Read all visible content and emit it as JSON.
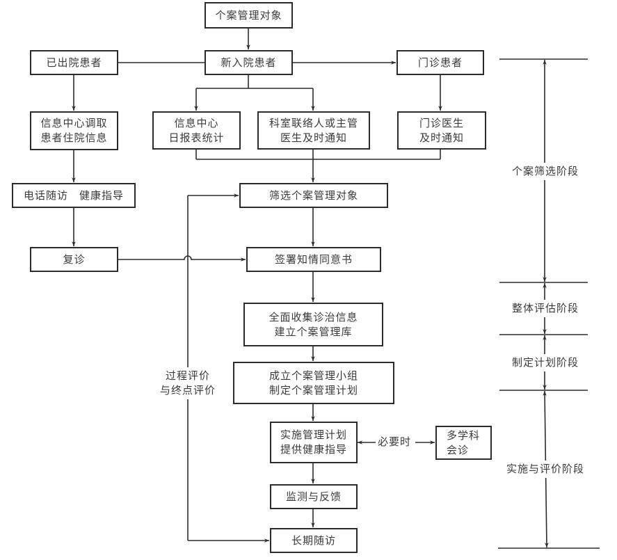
{
  "diagram": {
    "nodes": {
      "case_targets": {
        "lines": [
          "个案管理对象"
        ]
      },
      "new_inpatient": {
        "lines": [
          "新入院患者"
        ]
      },
      "discharged": {
        "lines": [
          "已出院患者"
        ]
      },
      "outpatient": {
        "lines": [
          "门诊患者"
        ]
      },
      "info_center_retrieve": {
        "lines": [
          "信息中心调取",
          "患者住院信息"
        ]
      },
      "info_center_daily": {
        "lines": [
          "信息中心",
          "日报表统计"
        ]
      },
      "dept_liaison": {
        "lines": [
          "科室联络人或主管",
          "医生及时通知"
        ]
      },
      "outpatient_doctor": {
        "lines": [
          "门诊医生",
          "及时通知"
        ]
      },
      "phone_followup": {
        "lines": [
          "电话随访　健康指导"
        ]
      },
      "revisit": {
        "lines": [
          "复诊"
        ]
      },
      "screen_targets": {
        "lines": [
          "筛选个案管理对象"
        ]
      },
      "sign_consent": {
        "lines": [
          "签署知情同意书"
        ]
      },
      "collect_info": {
        "lines": [
          "全面收集诊治信息",
          "建立个案管理库"
        ]
      },
      "form_team": {
        "lines": [
          "成立个案管理小组",
          "制定个案管理计划"
        ]
      },
      "implement_plan": {
        "lines": [
          "实施管理计划",
          "提供健康指导"
        ]
      },
      "mdt": {
        "lines": [
          "多学科",
          "会诊"
        ]
      },
      "monitor": {
        "lines": [
          "监测与反馈"
        ]
      },
      "long_followup": {
        "lines": [
          "长期随访"
        ]
      }
    },
    "edge_labels": {
      "when_needed": "必要时",
      "evaluation": [
        "过程评价",
        "与终点评价"
      ]
    },
    "edges": [
      {
        "from": "case_targets",
        "to": "new_inpatient",
        "arrow": "end"
      },
      {
        "from": "new_inpatient",
        "to": "discharged",
        "arrow": "none"
      },
      {
        "from": "new_inpatient",
        "to": "outpatient",
        "arrow": "end"
      },
      {
        "from": "new_inpatient",
        "to": "info_center_daily",
        "arrow": "end"
      },
      {
        "from": "new_inpatient",
        "to": "dept_liaison",
        "arrow": "end"
      },
      {
        "from": "outpatient",
        "to": "outpatient_doctor",
        "arrow": "end"
      },
      {
        "from": "discharged",
        "to": "info_center_retrieve",
        "arrow": "end"
      },
      {
        "from": "info_center_retrieve",
        "to": "phone_followup",
        "arrow": "end"
      },
      {
        "from": "phone_followup",
        "to": "revisit",
        "arrow": "end"
      },
      {
        "from": "revisit",
        "to": "sign_consent",
        "arrow": "end"
      },
      {
        "from": "info_center_daily",
        "to": "screen_targets",
        "arrow": "end"
      },
      {
        "from": "dept_liaison",
        "to": "screen_targets",
        "arrow": "end"
      },
      {
        "from": "outpatient_doctor",
        "to": "screen_targets",
        "arrow": "end"
      },
      {
        "from": "screen_targets",
        "to": "sign_consent",
        "arrow": "end"
      },
      {
        "from": "sign_consent",
        "to": "collect_info",
        "arrow": "end"
      },
      {
        "from": "collect_info",
        "to": "form_team",
        "arrow": "end"
      },
      {
        "from": "form_team",
        "to": "implement_plan",
        "arrow": "end"
      },
      {
        "from": "implement_plan",
        "to": "mdt",
        "arrow": "both",
        "label": "必要时"
      },
      {
        "from": "implement_plan",
        "to": "monitor",
        "arrow": "end"
      },
      {
        "from": "monitor",
        "to": "long_followup",
        "arrow": "end"
      },
      {
        "from": "evaluation_loop",
        "to": "screen_targets",
        "arrow": "end",
        "label": "过程评价 与终点评价"
      },
      {
        "from": "evaluation_loop",
        "to": "long_followup",
        "arrow": "end"
      }
    ],
    "stages": [
      {
        "label": "个案筛选阶段"
      },
      {
        "label": "整体评估阶段"
      },
      {
        "label": "制定计划阶段"
      },
      {
        "label": "实施与评价阶段"
      }
    ]
  }
}
